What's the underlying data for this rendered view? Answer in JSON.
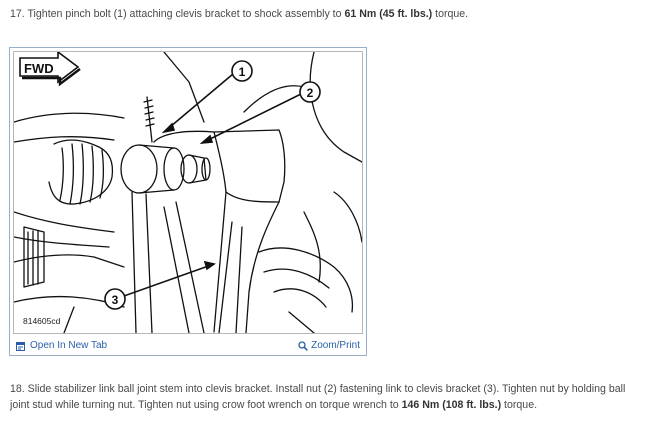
{
  "step17": {
    "prefix": "17. Tighten pinch bolt (1) attaching clevis bracket to shock assembly to ",
    "torque": "61 Nm (45 ft. lbs.)",
    "suffix": " torque."
  },
  "figure": {
    "fwd_label": "FWD",
    "callouts": [
      "1",
      "2",
      "3"
    ],
    "figure_id": "814605cd",
    "open_tab_label": "Open In New Tab",
    "zoom_label": "Zoom/Print",
    "icons": {
      "open_tab": "new-tab-icon",
      "zoom": "magnifier-icon"
    },
    "link_color": "#2a5fa8"
  },
  "step18": {
    "prefix": "18. Slide stabilizer link ball joint stem into clevis bracket. Install nut (2) fastening link to clevis bracket (3). Tighten nut by holding ball joint stud while turning nut. Tighten nut using crow foot wrench on torque wrench to ",
    "torque": "146 Nm (108 ft. lbs.)",
    "suffix": " torque."
  }
}
